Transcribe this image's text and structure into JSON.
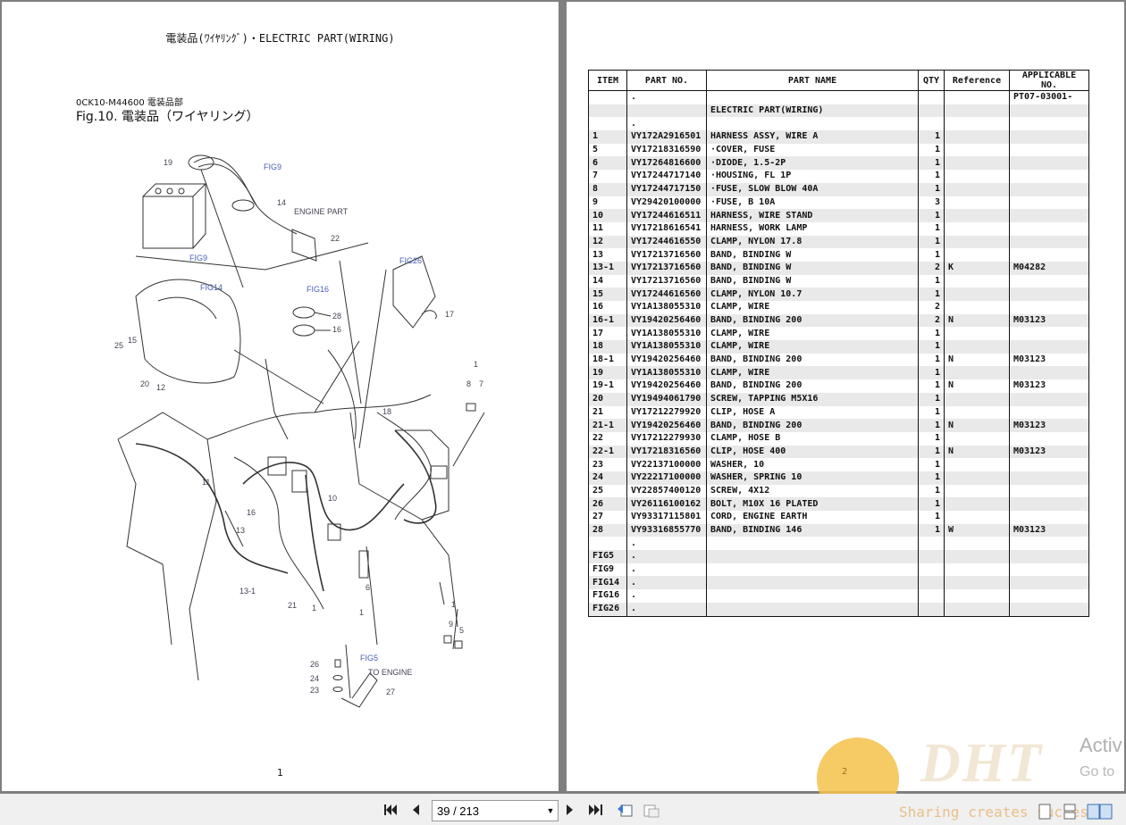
{
  "left_page": {
    "title": "電装品(ﾜｲﾔﾘﾝｸﾞ)・ELECTRIC PART(WIRING)",
    "fig_code": "0CK10-M44600  電装品部",
    "fig_title": "Fig.10.  電装品（ワイヤリング）",
    "page_number": "1",
    "diagram_labels": {
      "l19": "19",
      "fig9a": "FIG9",
      "l14": "14",
      "engine_part": "ENGINE PART",
      "l22": "22",
      "fig9b": "FIG9",
      "fig26": "FIG26",
      "fig14": "FIG14",
      "fig16": "FIG16",
      "l28": "28",
      "l16a": "16",
      "l17": "17",
      "l25": "25",
      "l15": "15",
      "l20": "20",
      "l12": "12",
      "l1a": "1",
      "l8": "8",
      "l7": "7",
      "l18": "18",
      "l11": "11",
      "l16b": "16",
      "l10": "10",
      "l13": "13",
      "l13_1": "13-1",
      "l21": "21",
      "l1b": "1",
      "l6": "6",
      "l1c": "1",
      "l1d": "1",
      "l9": "9",
      "l5": "5",
      "l26": "26",
      "fig5": "FIG5",
      "to_engine": "TO ENGINE",
      "l24": "24",
      "l23": "23",
      "l27": "27"
    }
  },
  "table": {
    "headers": [
      "ITEM",
      "PART NO.",
      "PART NAME",
      "QTY",
      "Reference",
      "APPLICABLE NO."
    ],
    "rows": [
      [
        "",
        ".",
        "",
        "",
        "",
        "PT07-03001-"
      ],
      [
        "",
        "",
        "ELECTRIC PART(WIRING)",
        "",
        "",
        ""
      ],
      [
        "",
        ".",
        "",
        "",
        "",
        ""
      ],
      [
        "1",
        "VY172A2916501",
        "HARNESS ASSY, WIRE A",
        "1",
        "",
        ""
      ],
      [
        "5",
        "VY17218316590",
        "·COVER, FUSE",
        "1",
        "",
        ""
      ],
      [
        "6",
        "VY17264816600",
        "·DIODE, 1.5-2P",
        "1",
        "",
        ""
      ],
      [
        "7",
        "VY17244717140",
        "·HOUSING, FL 1P",
        "1",
        "",
        ""
      ],
      [
        "8",
        "VY17244717150",
        "·FUSE, SLOW BLOW 40A",
        "1",
        "",
        ""
      ],
      [
        "9",
        "VY29420100000",
        "·FUSE, B 10A",
        "3",
        "",
        ""
      ],
      [
        "10",
        "VY17244616511",
        "HARNESS, WIRE STAND",
        "1",
        "",
        ""
      ],
      [
        "11",
        "VY17218616541",
        "HARNESS, WORK LAMP",
        "1",
        "",
        ""
      ],
      [
        "12",
        "VY17244616550",
        "CLAMP, NYLON 17.8",
        "1",
        "",
        ""
      ],
      [
        "13",
        "VY17213716560",
        "BAND, BINDING W",
        "1",
        "",
        ""
      ],
      [
        "13-1",
        "VY17213716560",
        "BAND, BINDING W",
        "2",
        "K",
        "M04282"
      ],
      [
        "14",
        "VY17213716560",
        "BAND, BINDING W",
        "1",
        "",
        ""
      ],
      [
        "15",
        "VY17244616560",
        "CLAMP, NYLON 10.7",
        "1",
        "",
        ""
      ],
      [
        "16",
        "VY1A138055310",
        "CLAMP, WIRE",
        "2",
        "",
        ""
      ],
      [
        "16-1",
        "VY19420256460",
        "BAND, BINDING 200",
        "2",
        "N",
        "M03123"
      ],
      [
        "17",
        "VY1A138055310",
        "CLAMP, WIRE",
        "1",
        "",
        ""
      ],
      [
        "18",
        "VY1A138055310",
        "CLAMP, WIRE",
        "1",
        "",
        ""
      ],
      [
        "18-1",
        "VY19420256460",
        "BAND, BINDING 200",
        "1",
        "N",
        "M03123"
      ],
      [
        "19",
        "VY1A138055310",
        "CLAMP, WIRE",
        "1",
        "",
        ""
      ],
      [
        "19-1",
        "VY19420256460",
        "BAND, BINDING 200",
        "1",
        "N",
        "M03123"
      ],
      [
        "20",
        "VY19494061790",
        "SCREW, TAPPING M5X16",
        "1",
        "",
        ""
      ],
      [
        "21",
        "VY17212279920",
        "CLIP, HOSE A",
        "1",
        "",
        ""
      ],
      [
        "21-1",
        "VY19420256460",
        "BAND, BINDING 200",
        "1",
        "N",
        "M03123"
      ],
      [
        "22",
        "VY17212279930",
        "CLAMP, HOSE B",
        "1",
        "",
        ""
      ],
      [
        "22-1",
        "VY17218316560",
        "CLIP, HOSE 400",
        "1",
        "N",
        "M03123"
      ],
      [
        "23",
        "VY22137100000",
        "WASHER, 10",
        "1",
        "",
        ""
      ],
      [
        "24",
        "VY22217100000",
        "WASHER, SPRING 10",
        "1",
        "",
        ""
      ],
      [
        "25",
        "VY22857400120",
        "SCREW, 4X12",
        "1",
        "",
        ""
      ],
      [
        "26",
        "VY26116100162",
        "BOLT, M10X 16 PLATED",
        "1",
        "",
        ""
      ],
      [
        "27",
        "VY93317115801",
        "CORD, ENGINE EARTH",
        "1",
        "",
        ""
      ],
      [
        "28",
        "VY93316855770",
        "BAND, BINDING 146",
        "1",
        "W",
        "M03123"
      ],
      [
        "",
        ".",
        "",
        "",
        "",
        ""
      ],
      [
        "FIG5",
        ".",
        "",
        "",
        "",
        ""
      ],
      [
        "FIG9",
        ".",
        "",
        "",
        "",
        ""
      ],
      [
        "FIG14",
        ".",
        "",
        "",
        "",
        ""
      ],
      [
        "FIG16",
        ".",
        "",
        "",
        "",
        ""
      ],
      [
        "FIG26",
        ".",
        "",
        "",
        "",
        ""
      ]
    ]
  },
  "toolbar": {
    "page_indicator": "39 / 213",
    "first_icon": "first-page-icon",
    "prev_icon": "prev-page-icon",
    "next_icon": "next-page-icon",
    "last_icon": "last-page-icon"
  },
  "overlay": {
    "watermark_activate": "Activ",
    "watermark_goto": "Go to",
    "badge_number": "2",
    "brand_logo": "DHT",
    "sharing_text": "Sharing creates success"
  }
}
